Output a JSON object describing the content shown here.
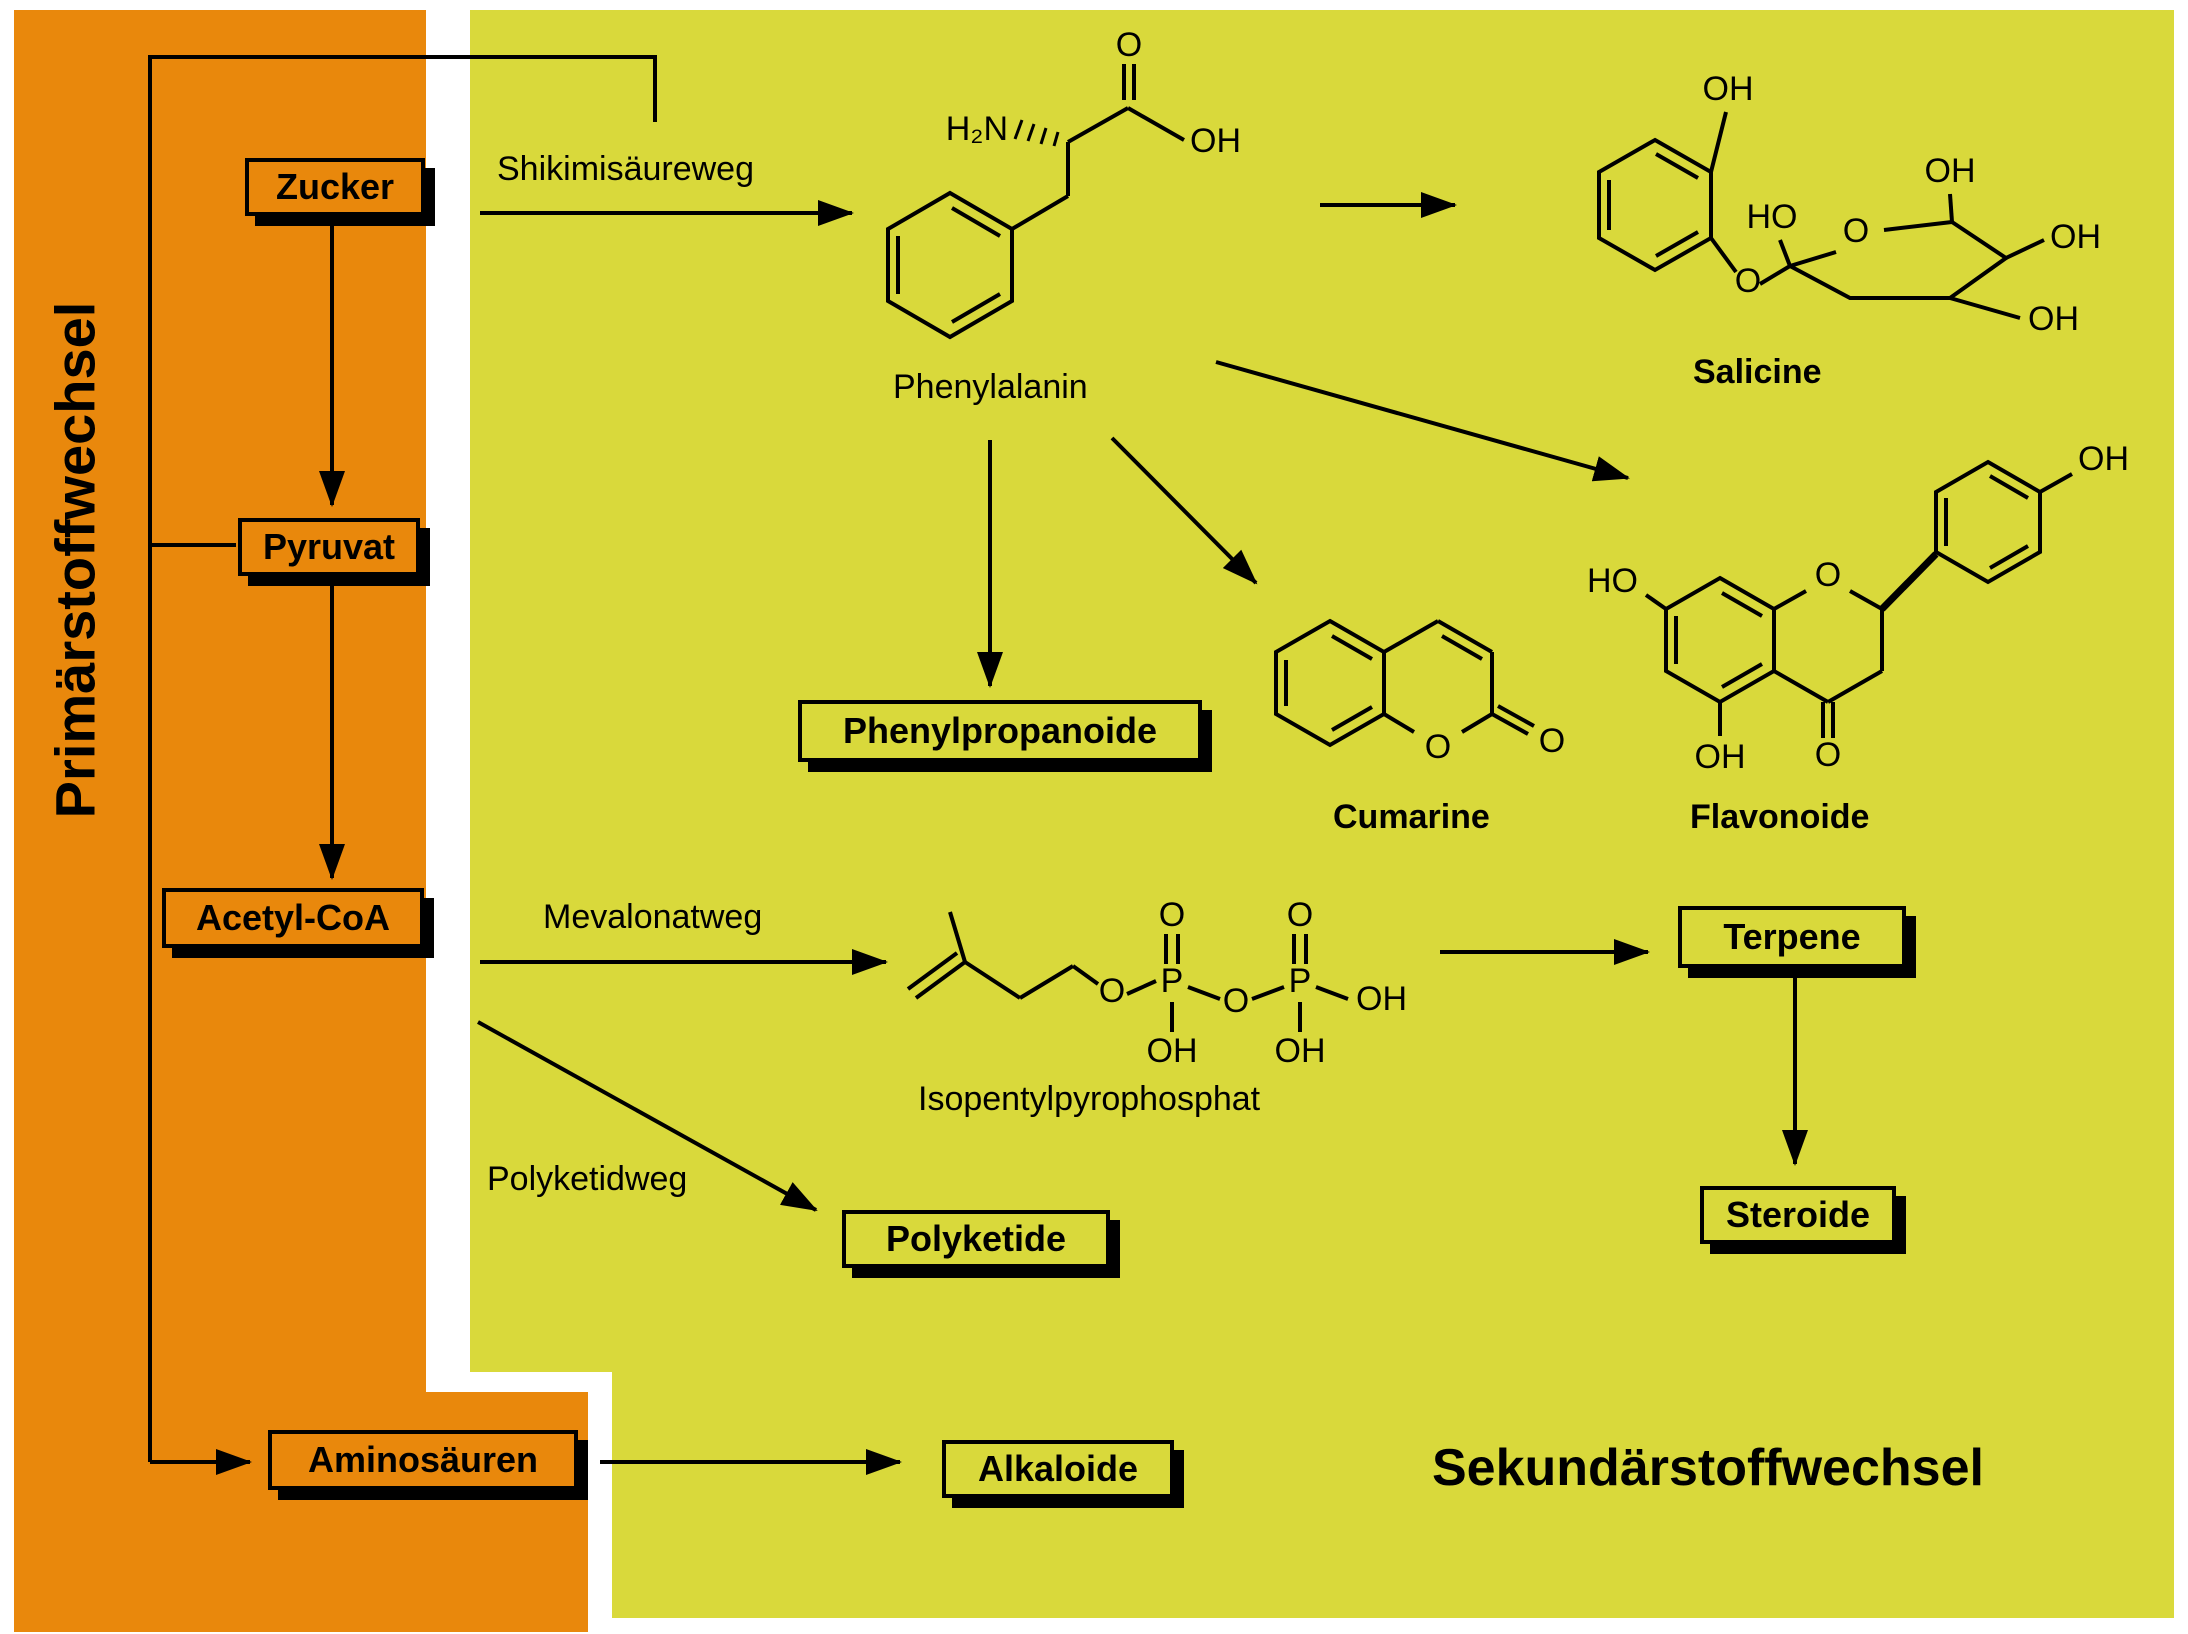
{
  "colors": {
    "primary-region": "#E9880C",
    "secondary-region": "#D9D93B"
  },
  "primary": {
    "title": "Primärstoffwechsel",
    "nodes": [
      {
        "label": "Zucker"
      },
      {
        "label": "Pyruvat"
      },
      {
        "label": "Acetyl-CoA"
      },
      {
        "label": "Aminosäuren"
      }
    ]
  },
  "secondary": {
    "title": "Sekundärstoffwechsel",
    "pathway_labels": [
      {
        "label": "Shikimisäureweg"
      },
      {
        "label": "Mevalonatweg"
      },
      {
        "label": "Polyketidweg"
      }
    ],
    "intermediate_labels": [
      {
        "label": "Phenylalanin"
      },
      {
        "label": "Isopentylpyrophosphat"
      }
    ],
    "product_boxes": [
      {
        "label": "Phenylpropanoide"
      },
      {
        "label": "Terpene"
      },
      {
        "label": "Steroide"
      },
      {
        "label": "Polyketide"
      },
      {
        "label": "Alkaloide"
      }
    ],
    "product_labels": [
      {
        "label": "Salicine"
      },
      {
        "label": "Cumarine"
      },
      {
        "label": "Flavonoide"
      }
    ]
  },
  "chem": {
    "o": "O",
    "oh": "OH",
    "ho": "HO",
    "h2n": "H₂N",
    "p": "P"
  }
}
